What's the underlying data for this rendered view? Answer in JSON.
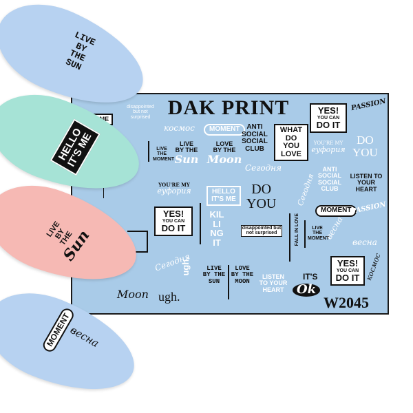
{
  "colors": {
    "sheet": "#a9cbe8",
    "nail_blue": "#b7d2f1",
    "nail_mint": "#a6e3d6",
    "nail_pink": "#f6b9b4",
    "ink": "#111111"
  },
  "sheet": {
    "brand": "DAK PRINT",
    "code": "W2045",
    "stickers": {
      "yes1": "YES!",
      "yes1b": "YOU CAN",
      "yes1c": "DO IT",
      "passion": "PASSION",
      "what": "WHAT",
      "do_you": "DO YOU",
      "love": "LOVE",
      "anti": "ANTI",
      "social": "SOCIAL",
      "club": "CLUB",
      "do": "DO",
      "you": "YOU",
      "moment": "MOMENT",
      "love_by": "LOVE",
      "by_the": "BY THE",
      "moon": "Moon",
      "live": "LIVE",
      "sun": "Sun",
      "hello": "HELLO",
      "its_me": "IT'S ME",
      "killing": "KIL LI NG IT",
      "yes2": "YES!",
      "yes2b": "YOU CAN",
      "yes2c": "DO IT",
      "listen": "LISTEN TO YOUR HEART",
      "its": "IT'S",
      "ok": "Ok",
      "ugh": "ugh.",
      "ugh2": "ugh.",
      "live_by_the_sun": "LIVE BY THE SUN",
      "love_by_the_moon": "LOVE BY THE MOON",
      "listen2": "LISTEN TO YOUR HEART",
      "disappointed": "disappointed but not surprised",
      "fall": "FALL IN LOVE",
      "live_moment": "LIVE THE MOMENT",
      "youre_my": "YOU'RE MY",
      "euphoria": "eyфория",
      "kocmoc": "космос",
      "vesna": "весна",
      "seghas": "Сегодня",
      "anti2": "ANTI SOCIAL SOCIAL CLUB",
      "moment2": "MOMENT",
      "its_me_small": "IT'S ME"
    }
  },
  "nails": {
    "n1_lines": [
      "LIVE",
      "BY",
      "THE",
      "SUN"
    ],
    "n2_top": "HELLO",
    "n2_bottom": "IT'S ME",
    "n3_lines": [
      "LIVE",
      "BY",
      "THE"
    ],
    "n3_script": "Sun",
    "n4_a": "MOMENT",
    "n4_b": "весна"
  }
}
